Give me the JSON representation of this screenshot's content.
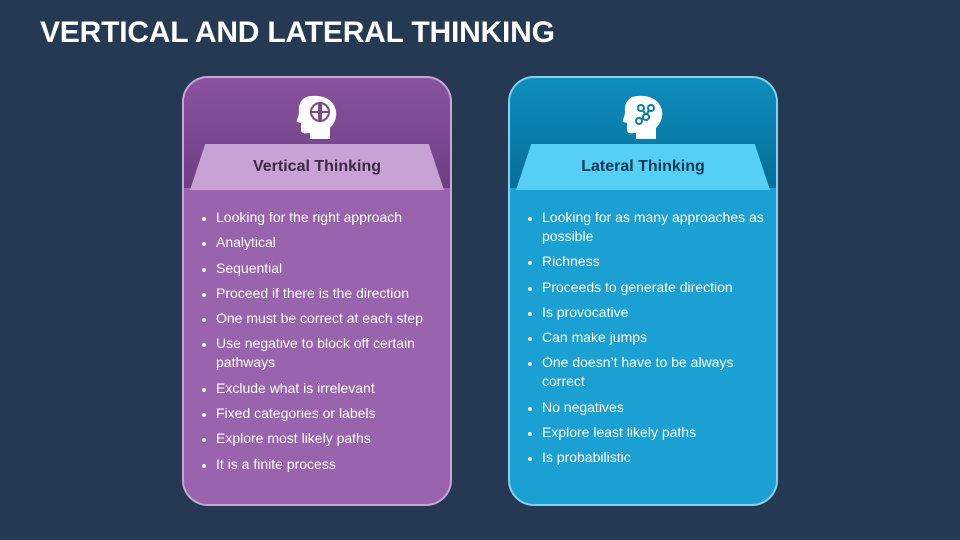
{
  "title": "VERTICAL AND LATERAL THINKING",
  "colors": {
    "background": "#253a52",
    "vertical_accent": "#9a63ae",
    "lateral_accent": "#1aa0d2"
  },
  "vertical": {
    "icon": "head-tools-icon",
    "heading": "Vertical Thinking",
    "items": [
      "Looking for the right approach",
      "Analytical",
      "Sequential",
      "Proceed if there is the direction",
      "One must be correct at each step",
      "Use negative to block off certain pathways",
      "Exclude what is irrelevant",
      "Fixed categories or labels",
      "Explore most likely paths",
      "It is a finite process"
    ]
  },
  "lateral": {
    "icon": "head-network-icon",
    "heading": "Lateral Thinking",
    "items": [
      "Looking for as many approaches as possible",
      "Richness",
      "Proceeds to generate direction",
      "Is provocative",
      "Can make jumps",
      "One doesn’t have to be always correct",
      "No negatives",
      "Explore least likely paths",
      "Is probabilistic"
    ]
  }
}
